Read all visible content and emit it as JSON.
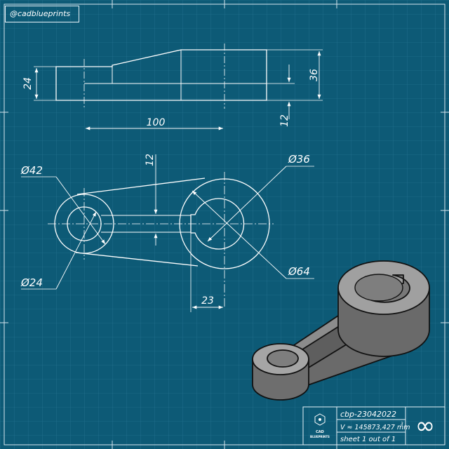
{
  "handle": "@cadblueprints",
  "dimensions": {
    "side_height_left": "24",
    "side_height_right": "36",
    "side_length": "100",
    "side_web": "12",
    "top_web": "12",
    "dia_small_outer": "Ø42",
    "dia_small_inner": "Ø24",
    "dia_large_inner": "Ø36",
    "dia_large_outer": "Ø64",
    "slot_width": "23"
  },
  "title_block": {
    "logo_line1": "CAD",
    "logo_line2": "BLUEPRINTS",
    "drawing_id": "cbp-23042022",
    "volume": "V ≈ 145873,427 mm",
    "volume_unit_sup": "3",
    "sheet": "sheet 1 out of 1",
    "infinity_symbol": "∞"
  },
  "colors": {
    "background": "#0d5a76",
    "grid": "#2a7896",
    "lines": "#ffffff",
    "part_light": "#9e9e9e",
    "part_mid": "#7a7a7a",
    "part_dark": "#5a5a5a"
  }
}
